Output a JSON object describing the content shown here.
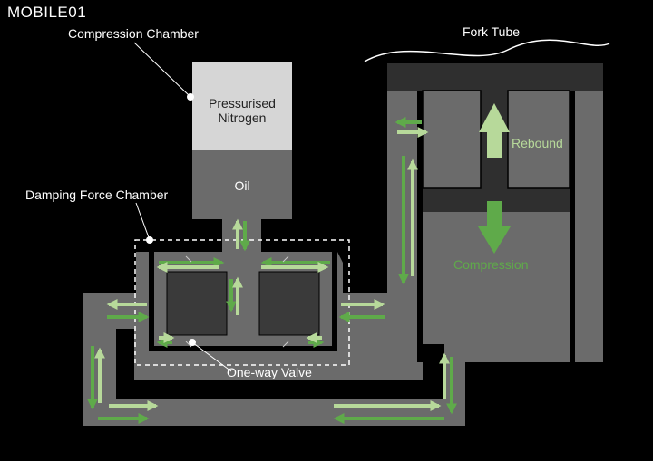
{
  "logo": {
    "text": "MOBILE01"
  },
  "labels": {
    "compression_chamber": "Compression Chamber",
    "damping_force_chamber": "Damping Force Chamber",
    "fork_tube": "Fork Tube",
    "one_way_valve": "One-way Valve",
    "pressurised": "Pressurised",
    "nitrogen": "Nitrogen",
    "oil": "Oil",
    "rebound": "Rebound",
    "compression": "Compression"
  },
  "colors": {
    "background": "#000000",
    "oil_gray": "#6b6b6b",
    "nitrogen_gray": "#d6d6d6",
    "dark_block": "#3a3a3a",
    "flow_dark_green": "#5faa4a",
    "flow_light_green": "#b7d99a"
  }
}
